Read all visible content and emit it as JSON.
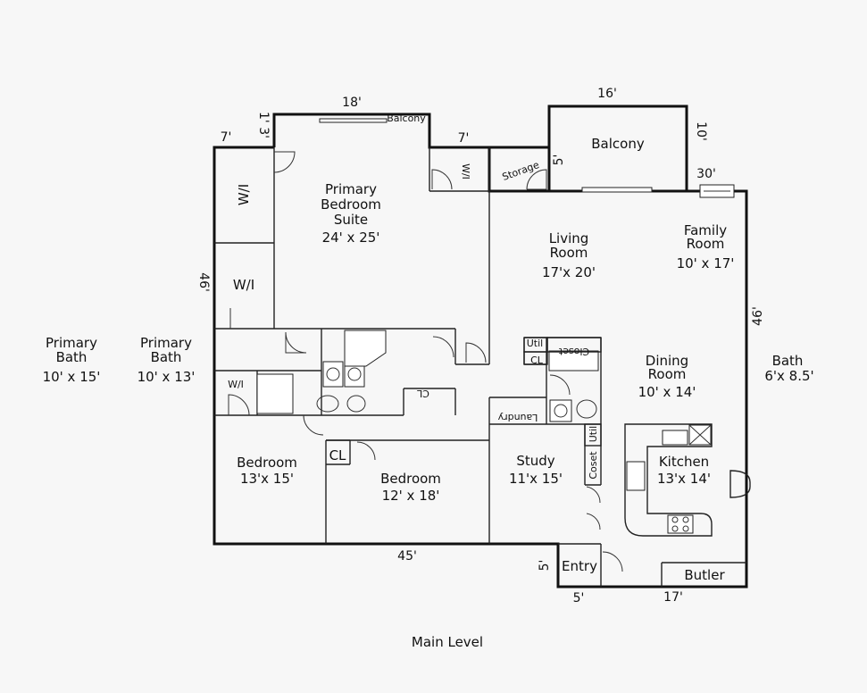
{
  "title": "Main Level",
  "rooms": {
    "primary_suite": {
      "name": [
        "Primary",
        "Bedroom",
        "Suite"
      ],
      "size": "24' x 25'"
    },
    "living": {
      "name": [
        "Living",
        "Room"
      ],
      "size": "17'x 20'"
    },
    "family": {
      "name": [
        "Family",
        "Room"
      ],
      "size": "10' x 17'"
    },
    "dining": {
      "name": [
        "Dining",
        "Room"
      ],
      "size": "10' x 14'"
    },
    "kitchen": {
      "name": "Kitchen",
      "size": "13'x 14'"
    },
    "study": {
      "name": "Study",
      "size": "11'x 15'"
    },
    "bedroom1": {
      "name": "Bedroom",
      "size": "13'x 15'"
    },
    "bedroom2": {
      "name": "Bedroom",
      "size": "12' x 18'"
    },
    "primary_bath_a": {
      "name": [
        "Primary",
        "Bath"
      ],
      "size": "10' x 15'"
    },
    "primary_bath_b": {
      "name": [
        "Primary",
        "Bath"
      ],
      "size": "10' x 13'"
    },
    "bath": {
      "name": "Bath",
      "size": "6'x 8.5'"
    },
    "balcony_main": {
      "name": "Balcony"
    },
    "balcony_small": {
      "name": "Balcony"
    },
    "storage": {
      "name": "Storage"
    },
    "entry": {
      "name": "Entry"
    },
    "butler": {
      "name": "Butler"
    },
    "laundry": {
      "name": "Laundry"
    },
    "wi_top_left": {
      "name": "W/I"
    },
    "wi_left": {
      "name": "W/I"
    },
    "wi_small": {
      "name": "W/I"
    },
    "wi_top": {
      "name": "W/I"
    },
    "closet": {
      "name": "Closet"
    },
    "util_top": {
      "name": "Util"
    },
    "util_side": {
      "name": "Util"
    },
    "cl_hall": {
      "name": "CL"
    },
    "cl_bed": {
      "name": "CL"
    },
    "cl_small": {
      "name": "CL"
    },
    "coset": {
      "name": "Coset"
    }
  },
  "dimensions": {
    "top_18": "18'",
    "top_16": "16'",
    "top_7_left": "7'",
    "top_7_mid": "7'",
    "d_1_3": "1' 3'",
    "d_10": "10'",
    "d_30": "30'",
    "left_46": "46'",
    "right_46": "46'",
    "bottom_45": "45'",
    "d_5_storage": "5'",
    "d_5_entry_side": "5'",
    "d_5_entry_bottom": "5'",
    "d_17": "17'"
  }
}
